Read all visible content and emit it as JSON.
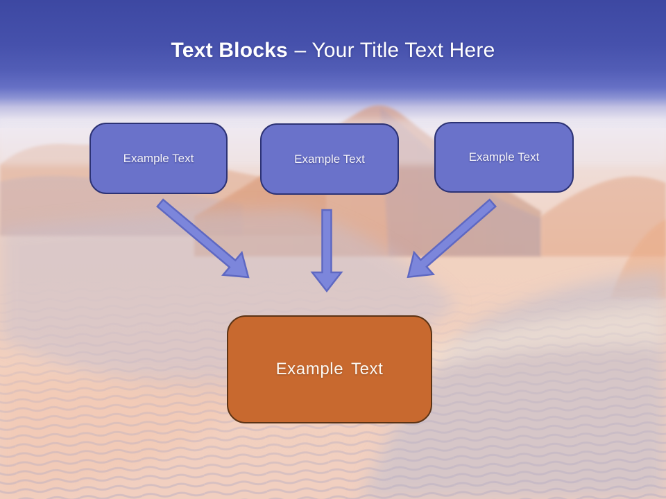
{
  "slide": {
    "title": {
      "bold": "Text Blocks",
      "rest": "– Your Title Text Here"
    },
    "blocks": [
      {
        "label": "Example Text"
      },
      {
        "label": "Example Text"
      },
      {
        "label": "Example Text"
      }
    ],
    "result_block": {
      "label": "Example Text"
    },
    "arrows": [
      {
        "name": "arrow-down-right",
        "direction": "down-right"
      },
      {
        "name": "arrow-down",
        "direction": "down"
      },
      {
        "name": "arrow-down-left",
        "direction": "down-left"
      }
    ],
    "colors": {
      "block_fill": "#6A72CA",
      "block_border": "#2C3274",
      "arrow_fill": "#7C86DB",
      "arrow_border": "#5E68C2",
      "result_fill": "#C8692F",
      "result_border": "#5B3315",
      "title_text": "#FFFFFF",
      "sky_top": "#3D48A2",
      "horizon_haze": "#EFEBF2",
      "sand_pink": "#F2D0BE",
      "sand_shadow": "#CBC3D1"
    }
  }
}
